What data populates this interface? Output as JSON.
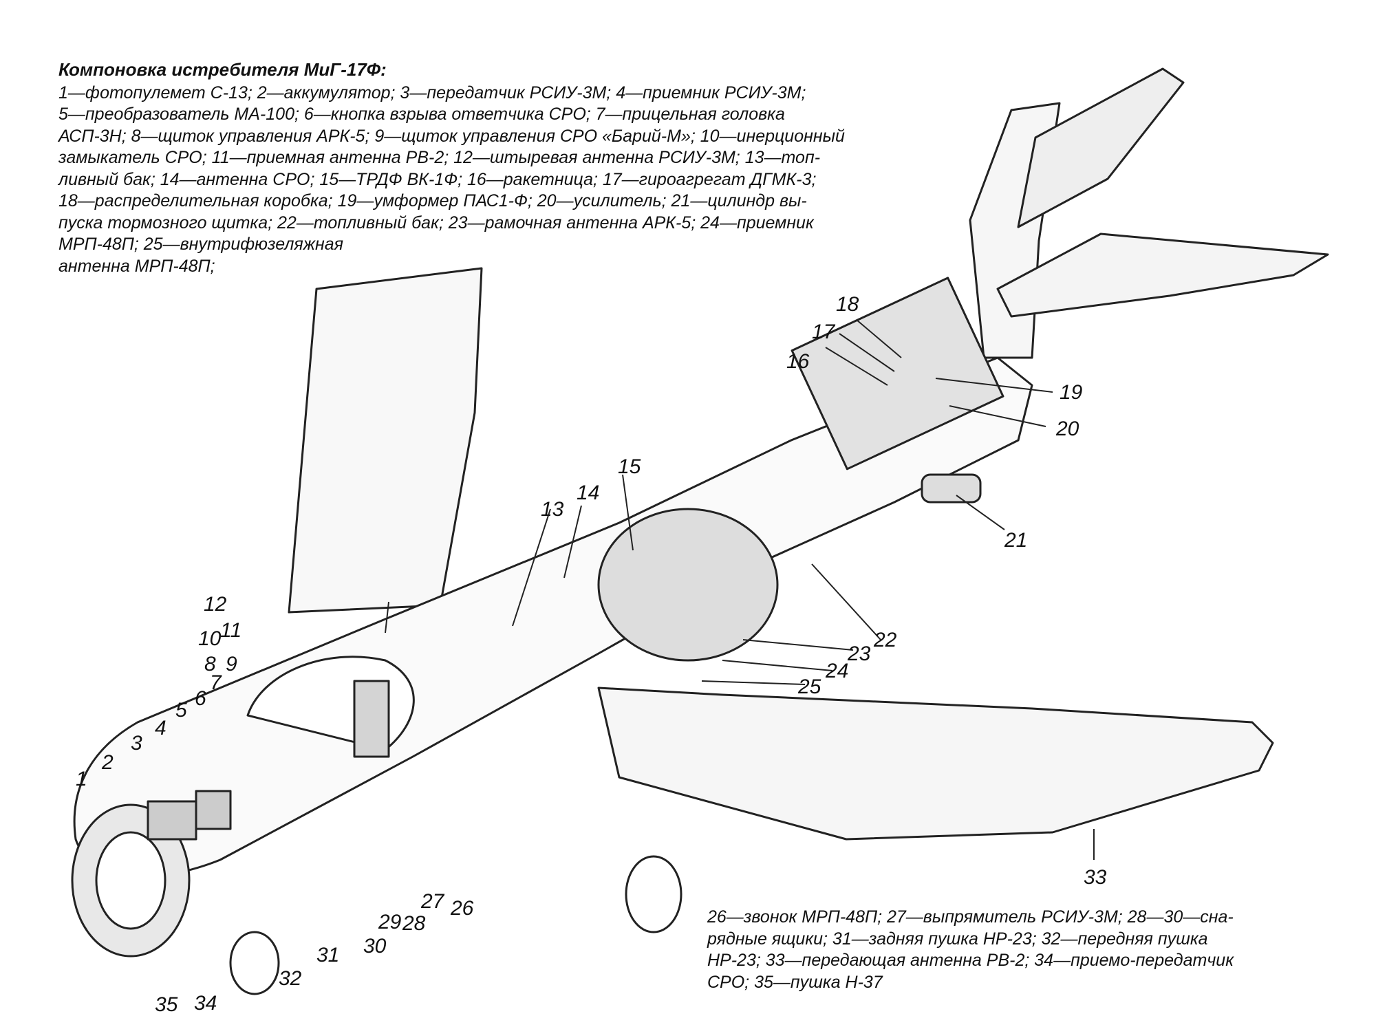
{
  "caption_top": {
    "title": "Компоновка истребителя МиГ-17Ф:",
    "lines": [
      "1—фотопулемет С-13; 2—аккумулятор; 3—передатчик РСИУ-3М; 4—приемник РСИУ-3М;",
      "5—преобразователь МА-100; 6—кнопка взрыва ответчика СРО; 7—прицельная головка",
      "АСП-3Н; 8—щиток управления АРК-5; 9—щиток управления СРО «Барий-М»; 10—инерционный",
      "замыкатель СРО; 11—приемная антенна РВ-2; 12—штыревая антенна РСИУ-3М; 13—топ-",
      "ливный бак; 14—антенна СРО; 15—ТРДФ ВК-1Ф; 16—ракетница; 17—гироагрегат ДГМК-3;",
      "18—распределительная коробка; 19—умформер ПАС1-Ф; 20—усилитель; 21—цилиндр вы-",
      "пуска тормозного щитка; 22—топливный бак; 23—рамочная антенна АРК-5; 24—приемник",
      "МРП-48П; 25—внутрифюзеляжная",
      "антенна МРП-48П;"
    ]
  },
  "caption_bottom": {
    "lines": [
      "26—звонок МРП-48П; 27—выпрямитель РСИУ-3М; 28—30—сна-",
      "рядные ящики; 31—задняя пушка НР-23; 32—передняя пушка",
      "НР-23; 33—передающая антенна РВ-2; 34—приемо-передатчик",
      "СРО; 35—пушка Н-37"
    ]
  },
  "callouts": [
    "1",
    "2",
    "3",
    "4",
    "5",
    "6",
    "7",
    "8",
    "9",
    "10",
    "11",
    "12",
    "13",
    "14",
    "15",
    "16",
    "17",
    "18",
    "19",
    "20",
    "21",
    "22",
    "23",
    "24",
    "25",
    "26",
    "27",
    "28",
    "29",
    "30",
    "31",
    "32",
    "33",
    "34",
    "35"
  ]
}
